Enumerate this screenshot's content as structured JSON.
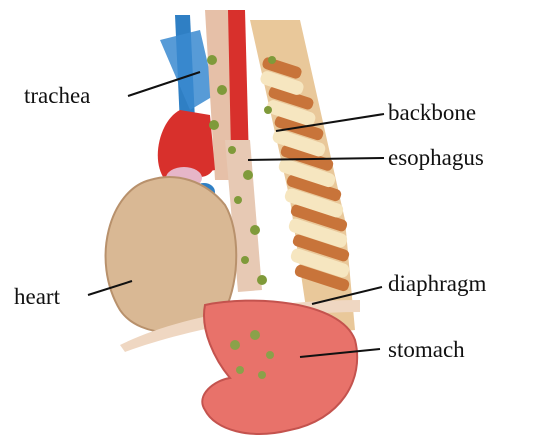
{
  "labels": {
    "trachea": "trachea",
    "backbone": "backbone",
    "esophagus": "esophagus",
    "heart": "heart",
    "diaphragm": "diaphragm",
    "stomach": "stomach"
  },
  "colors": {
    "heart": "#d9b894",
    "stomach": "#e8726a",
    "vessel_red": "#d8302c",
    "vein_blue": "#2f7fc4",
    "esophagus": "#e7c9b4",
    "bone": "#efdcb0",
    "disc": "#c8743a",
    "lymph": "#7f9a3a"
  }
}
